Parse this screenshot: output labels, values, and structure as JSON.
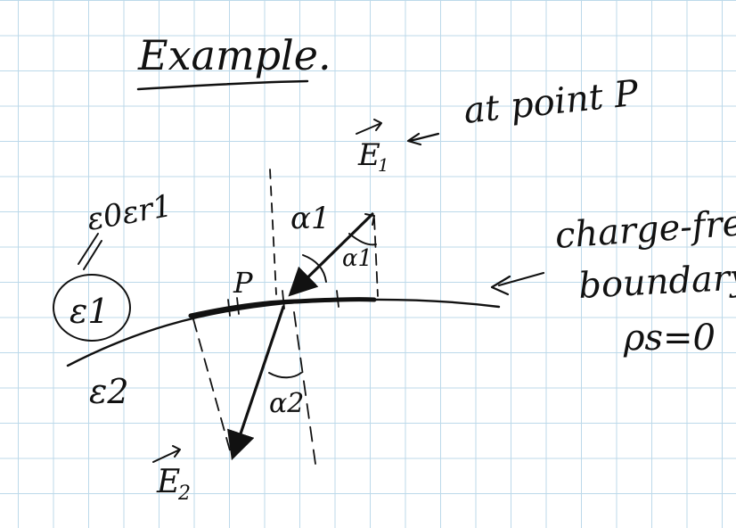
{
  "title": "Example.",
  "labels": {
    "e1_vector": "E",
    "e1_subscript": "1",
    "e1_note": "at point P",
    "e2_vector": "E",
    "e2_subscript": "2",
    "eps_product": "ε0εr1",
    "eps1": "ε1",
    "eps2": "ε2",
    "alpha1_top": "α1",
    "alpha1_inner": "α1",
    "alpha2": "α2",
    "point_p": "P",
    "boundary_line1": "charge-free",
    "boundary_line2": "boundary",
    "rho_s": "ρs=0"
  },
  "colors": {
    "ink": "#111111",
    "grid": "#bcd9ea",
    "paper": "#ffffff"
  }
}
